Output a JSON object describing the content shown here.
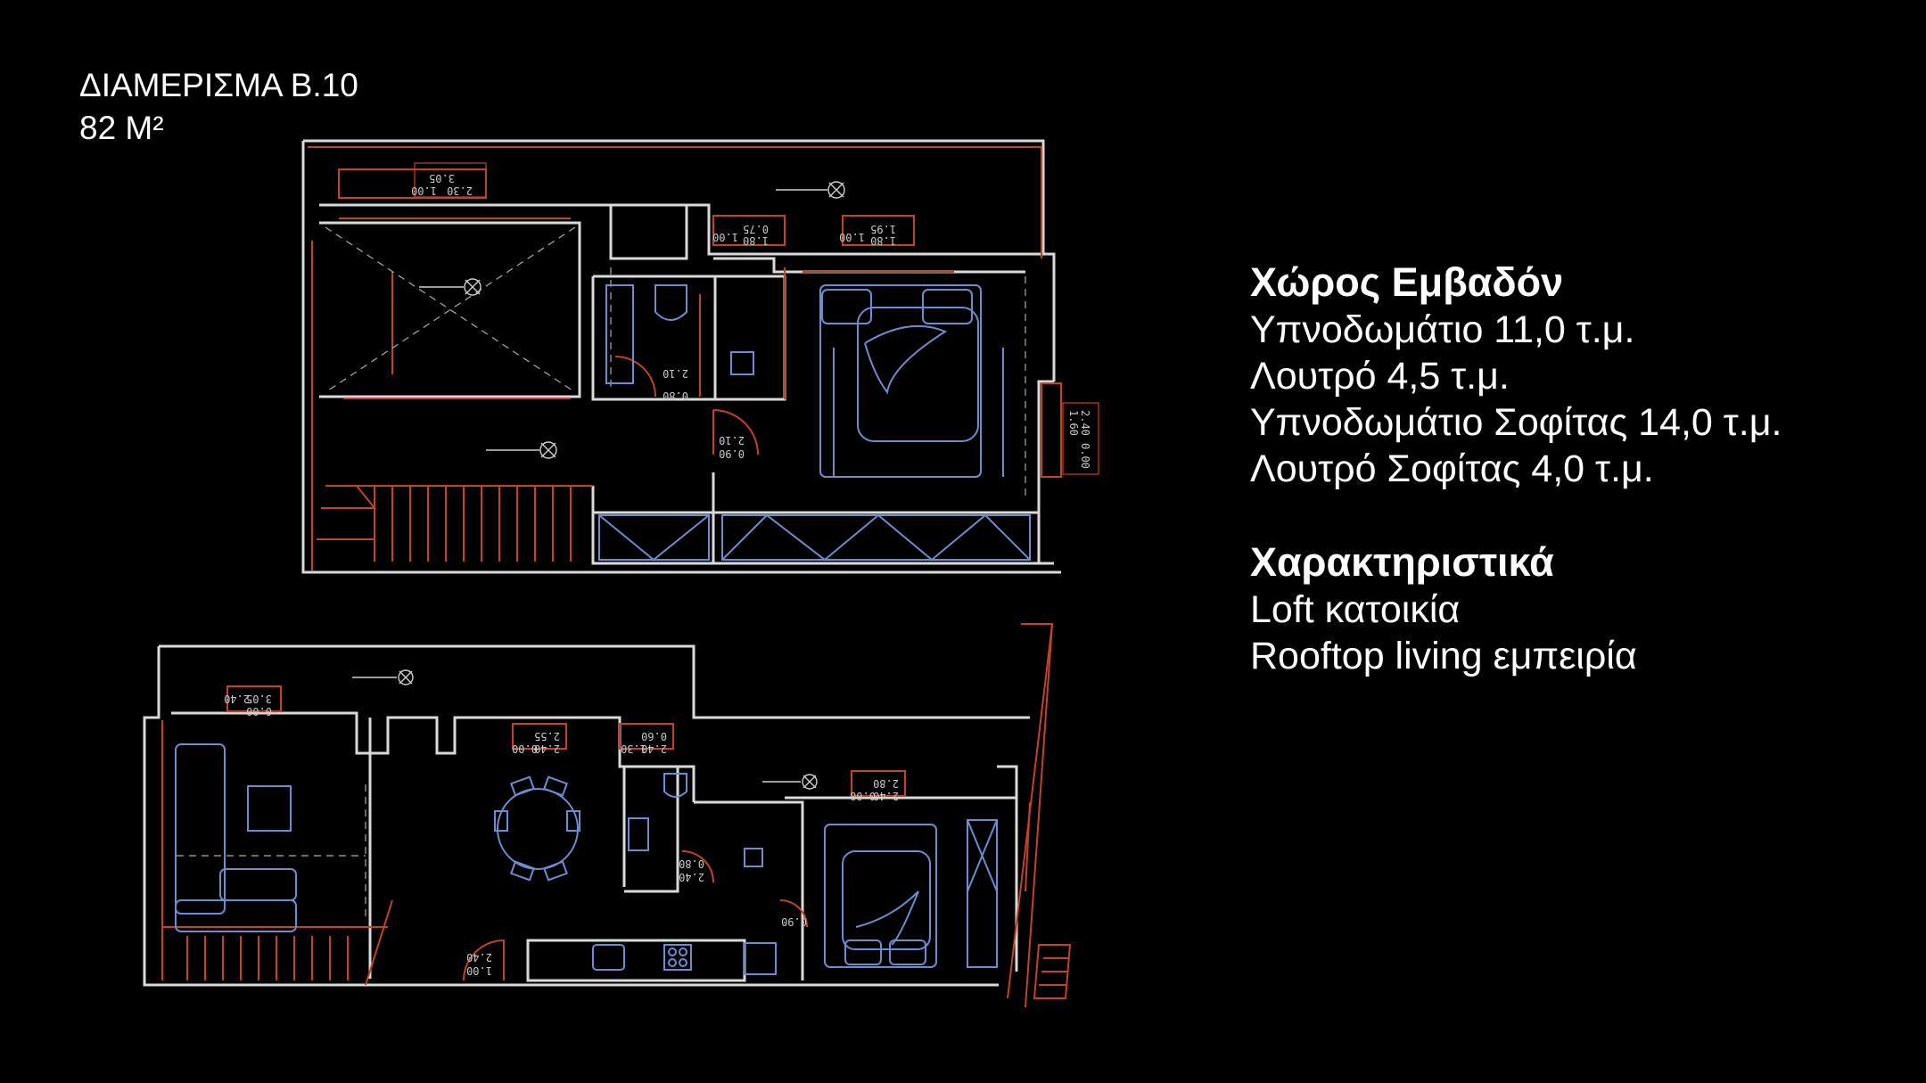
{
  "header": {
    "apartment": "ΔΙΑΜΕΡΙΣΜΑ Β.10",
    "total_area": "82 Μ²"
  },
  "areas": {
    "title": "Χώρος Εμβαδόν",
    "items": [
      {
        "label": "Υπνοδωμάτιο 11,0 τ.μ."
      },
      {
        "label": "Λουτρό 4,5 τ.μ."
      },
      {
        "label": "Υπνοδωμάτιο Σοφίτας 14,0 τ.μ."
      },
      {
        "label": "Λουτρό Σοφίτας 4,0 τ.μ."
      }
    ]
  },
  "features": {
    "title": "Χαρακτηριστικά",
    "items": [
      {
        "label": "Loft κατοικία"
      },
      {
        "label": "Rooftop living εμπειρία"
      }
    ]
  },
  "plan_labels": {
    "upper": [
      "3.05",
      "1.00",
      "2.30",
      "0.75",
      "1.80",
      "1.00",
      "1.95",
      "1.80",
      "1.00",
      "2.10",
      "0.80",
      "0.90",
      "2.10",
      "1.60",
      "2.40",
      "0.00"
    ],
    "lower": [
      "3.05",
      "0.00",
      "2.40",
      "2.55",
      "0.00",
      "2.40",
      "0.60",
      "1.30",
      "2.40",
      "2.80",
      "0.00",
      "2.40",
      "0.80",
      "2.40",
      "0.90",
      "1.00",
      "2.40"
    ]
  },
  "colors": {
    "background": "#000000",
    "wall": "#d9d9d9",
    "wall_accent": "#c0442a",
    "furniture": "#6f8ccc",
    "text": "#ffffff"
  }
}
